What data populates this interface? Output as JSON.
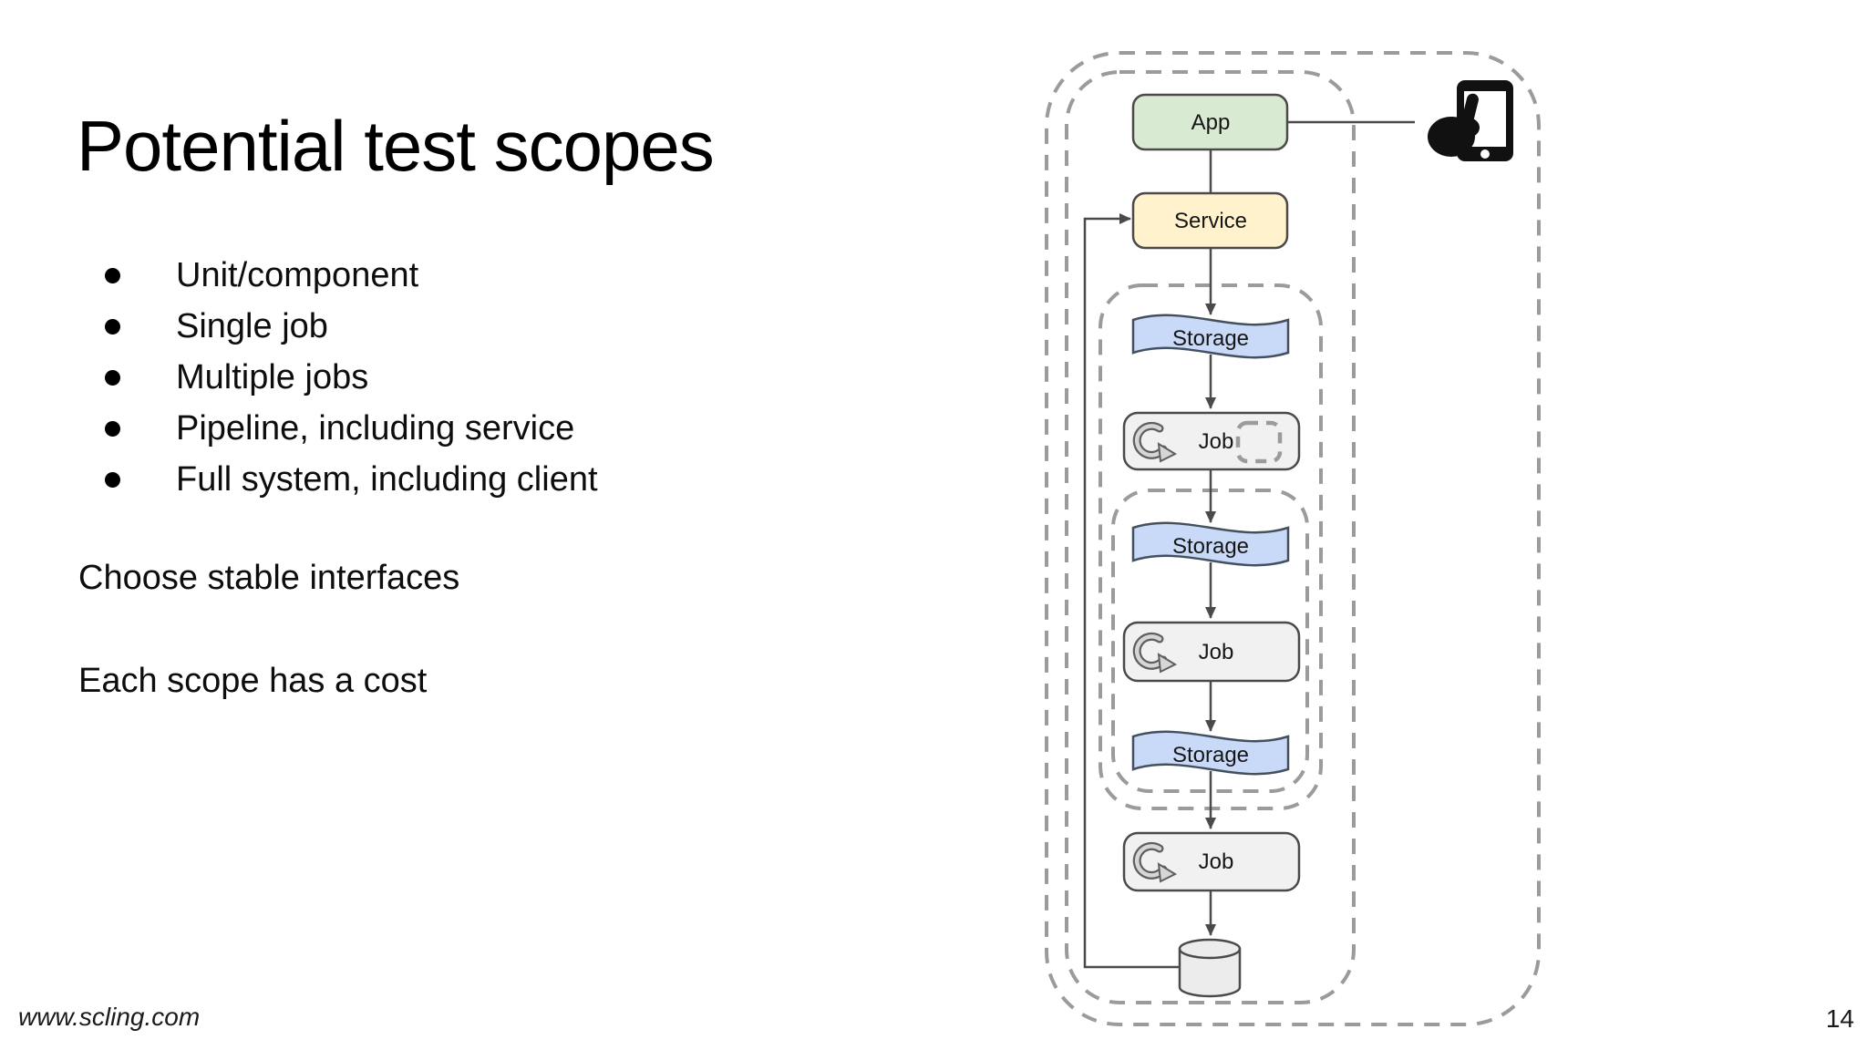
{
  "slide": {
    "title": "Potential test scopes",
    "bullets": [
      "Unit/component",
      "Single job",
      "Multiple jobs",
      "Pipeline, including service",
      "Full system, including client"
    ],
    "note_1": "Choose stable interfaces",
    "note_2": "Each scope has a cost",
    "footer_url": "www.scling.com",
    "page_number": "14"
  },
  "diagram": {
    "nodes": {
      "app": "App",
      "service": "Service",
      "storage_1": "Storage",
      "job_1": "Job",
      "storage_2": "Storage",
      "job_2": "Job",
      "storage_3": "Storage",
      "job_3": "Job"
    },
    "icons": {
      "client": "tap-hand-on-phone-icon",
      "job_loop": "loop-arrow-icon",
      "unit_component": "dashed-box-icon",
      "database": "cylinder-icon"
    },
    "scopes": {
      "outermost": "full-system-including-client",
      "second": "pipeline-including-service",
      "third": "multiple-jobs",
      "innermost": "single-job"
    },
    "colors": {
      "app_fill": "#d9ead3",
      "service_fill": "#fff2cc",
      "storage_fill": "#c9daf8",
      "job_fill": "#f1f1f1",
      "cylinder_fill": "#ececec",
      "node_border": "#4a4a4a",
      "scope_dash": "#9b9b9b",
      "connector": "#4a4a4a",
      "client_icon": "#111111"
    }
  }
}
